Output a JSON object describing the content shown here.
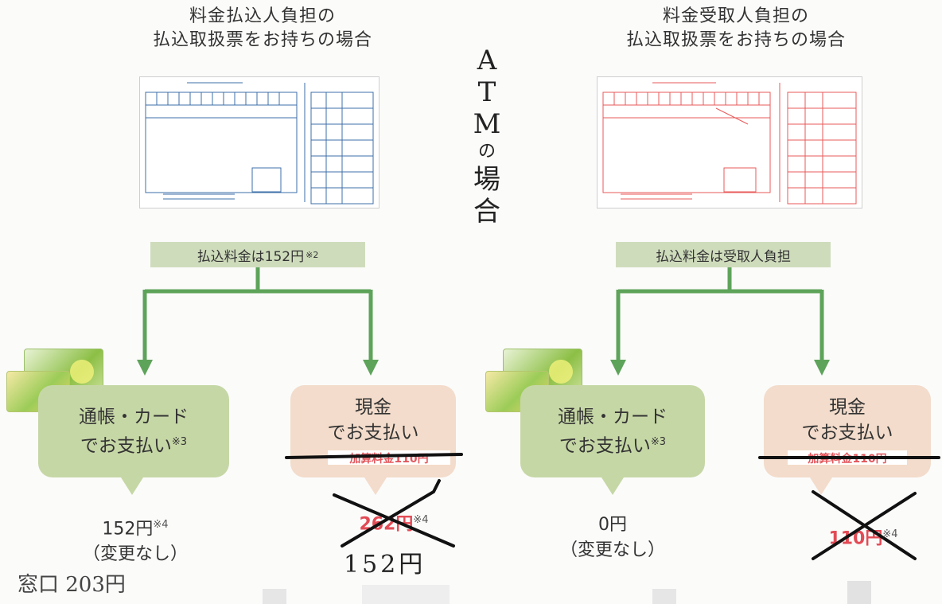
{
  "left": {
    "heading_line1": "料金払込人負担の",
    "heading_line2": "払込取扱票をお持ちの場合",
    "form_color": "#3d6fa8",
    "banner_text": "払込料金は152円",
    "banner_note": "※2",
    "passbook": {
      "line1": "通帳・カード",
      "line2": "でお支払い",
      "note": "※3",
      "result_value": "152円",
      "result_note": "※4",
      "result_sub": "（変更なし）"
    },
    "cash": {
      "line1": "現金",
      "line2": "でお支払い",
      "surcharge": "加算料金110円",
      "result_value": "262円",
      "result_note": "※4",
      "handwritten_correction": "152円"
    }
  },
  "right": {
    "heading_line1": "料金受取人負担の",
    "heading_line2": "払込取扱票をお持ちの場合",
    "form_color": "#e85a5a",
    "banner_text": "払込料金は受取人負担",
    "passbook": {
      "line1": "通帳・カード",
      "line2": "でお支払い",
      "note": "※3",
      "result_value": "0円",
      "result_sub": "（変更なし）"
    },
    "cash": {
      "line1": "現金",
      "line2": "でお支払い",
      "surcharge": "加算料金110円",
      "result_value": "110円",
      "result_note": "※4"
    }
  },
  "handwritten": {
    "atm_vertical": [
      "A",
      "T",
      "M",
      "の",
      "場",
      "合"
    ],
    "counter_note": "窓口 203円"
  },
  "colors": {
    "arrow_green": "#5ea35a",
    "banner_green": "#cfdcbc",
    "bubble_green": "#c6d7a6",
    "bubble_peach": "#f3dccb",
    "price_red": "#e24b55"
  }
}
